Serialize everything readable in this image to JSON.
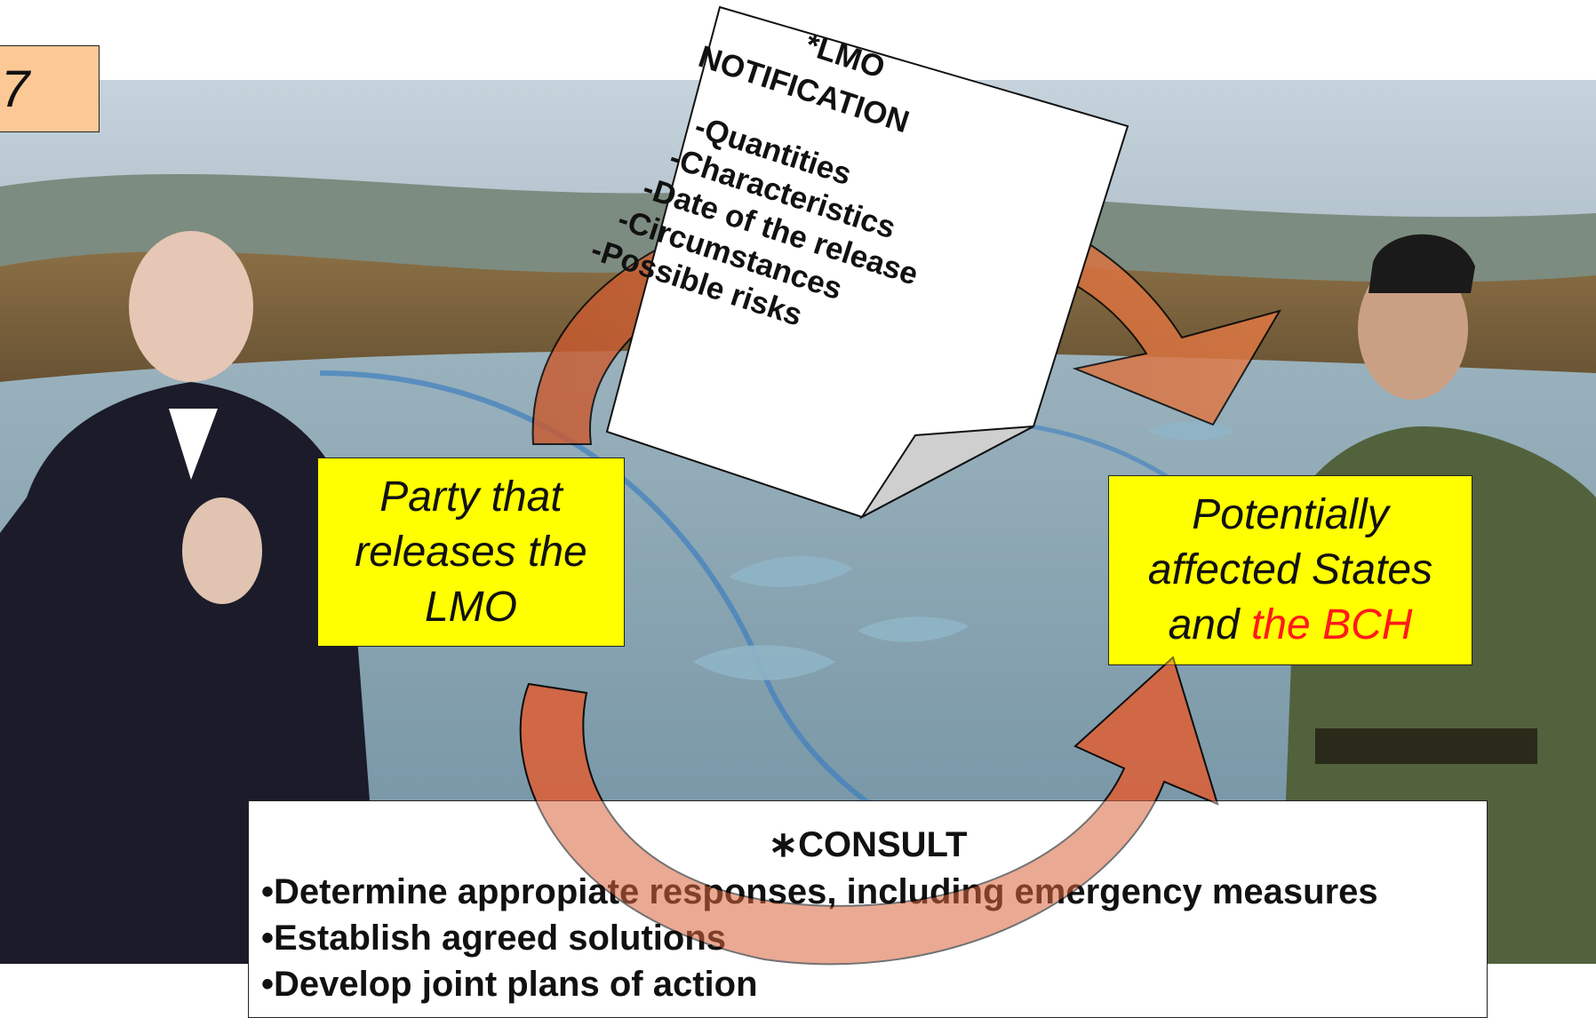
{
  "slide_number": "7",
  "notification": {
    "title_line1": "*LMO",
    "title_line2": "NOTIFICATION",
    "items": [
      "-Quantities",
      "-Characteristics",
      "-Date of the release",
      "-Circumstances",
      "-Possible risks"
    ]
  },
  "party_box": {
    "line1": "Party that",
    "line2": "releases the",
    "line3": "LMO"
  },
  "states_box": {
    "line1": "Potentially",
    "line2": "affected States",
    "line3_prefix": "and ",
    "line3_highlight": "the BCH"
  },
  "consult": {
    "title": "∗CONSULT",
    "items": [
      "•Determine appropiate responses, including emergency measures",
      "•Establish agreed solutions",
      "•Develop joint plans of action"
    ]
  },
  "colors": {
    "slide_number_bg": "#fcc896",
    "box_yellow": "#ffff00",
    "highlight_red": "#ff1a1a",
    "arrow_fill": "#d9633c"
  }
}
